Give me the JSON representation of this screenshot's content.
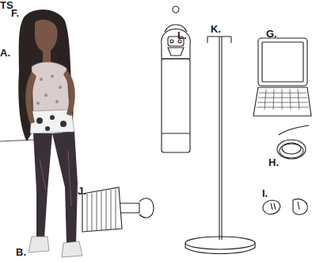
{
  "diagram": {
    "labels": [
      "TS",
      "F.",
      "L.",
      "K.",
      "G.",
      "A.",
      "H.",
      "J.",
      "I.",
      "B."
    ]
  }
}
